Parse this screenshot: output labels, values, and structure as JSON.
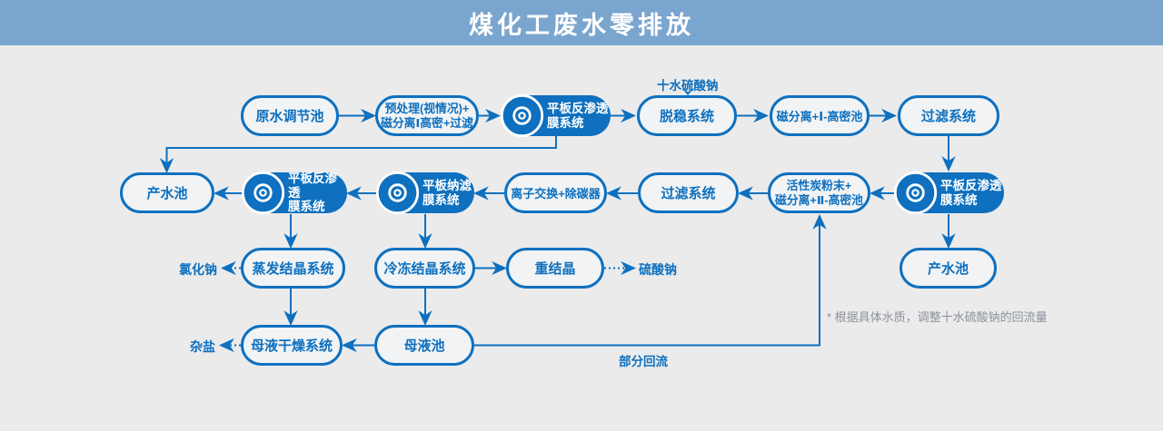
{
  "header": {
    "title": "煤化工废水零排放"
  },
  "colors": {
    "accent": "#0e70bf",
    "header_bg": "#7aa5ce",
    "page_bg": "#ebebec",
    "pill_bg": "#f1f3f4",
    "note_gray": "#8b9198"
  },
  "nodes": {
    "raw_water": {
      "label": "原水调节池"
    },
    "pretreat": {
      "line1": "预处理(视情况)+",
      "line2": "磁分离Ⅰ高密+过滤"
    },
    "ro1": {
      "line1": "平板反渗透",
      "line2": "膜系统"
    },
    "destab": {
      "label": "脱稳系统"
    },
    "magsep1": {
      "label": "磁分离+Ⅰ-高密池"
    },
    "filter1": {
      "label": "过滤系统"
    },
    "product_left": {
      "label": "产水池"
    },
    "ro2": {
      "line1": "平板反渗透",
      "line2": "膜系统"
    },
    "nf": {
      "line1": "平板纳滤",
      "line2": "膜系统"
    },
    "ion_exchange": {
      "label": "离子交换+除碳器"
    },
    "filter2": {
      "label": "过滤系统"
    },
    "activated_carbon": {
      "line1": "活性炭粉末+",
      "line2": "磁分离+Ⅱ-高密池"
    },
    "ro3": {
      "line1": "平板反渗透",
      "line2": "膜系统"
    },
    "evap": {
      "label": "蒸发结晶系统"
    },
    "freeze": {
      "label": "冷冻结晶系统"
    },
    "recryst": {
      "label": "重结晶"
    },
    "product_right": {
      "label": "产水池"
    },
    "dryer": {
      "label": "母液干燥系统"
    },
    "mother_liquor": {
      "label": "母液池"
    }
  },
  "labels": {
    "sodium_sulfate_decahydrate": "十水硫酸钠",
    "sodium_chloride": "氯化钠",
    "sodium_sulfate": "硫酸钠",
    "mixed_salt": "杂盐",
    "partial_reflux": "部分回流",
    "note": "* 根据具体水质，调整十水硫酸钠的回流量"
  },
  "edges": [
    {
      "from": "raw_water",
      "to": "pretreat",
      "style": "solid"
    },
    {
      "from": "pretreat",
      "to": "ro1",
      "style": "solid"
    },
    {
      "from": "ro1",
      "to": "destab",
      "style": "solid"
    },
    {
      "from": "sodium_sulfate_decahydrate",
      "to": "destab",
      "style": "dashed"
    },
    {
      "from": "destab",
      "to": "magsep1",
      "style": "solid"
    },
    {
      "from": "magsep1",
      "to": "filter1",
      "style": "solid"
    },
    {
      "from": "filter1",
      "to": "ro3",
      "style": "solid"
    },
    {
      "from": "ro1",
      "to": "product_left",
      "style": "solid"
    },
    {
      "from": "ro3",
      "to": "activated_carbon",
      "style": "solid"
    },
    {
      "from": "ro3",
      "to": "product_right",
      "style": "solid"
    },
    {
      "from": "activated_carbon",
      "to": "filter2",
      "style": "solid"
    },
    {
      "from": "filter2",
      "to": "ion_exchange",
      "style": "solid"
    },
    {
      "from": "ion_exchange",
      "to": "nf",
      "style": "solid"
    },
    {
      "from": "nf",
      "to": "ro2",
      "style": "solid"
    },
    {
      "from": "ro2",
      "to": "product_left",
      "style": "solid"
    },
    {
      "from": "ro2",
      "to": "evap",
      "style": "solid"
    },
    {
      "from": "nf",
      "to": "freeze",
      "style": "solid"
    },
    {
      "from": "evap",
      "to": "sodium_chloride",
      "style": "dotted"
    },
    {
      "from": "freeze",
      "to": "recryst",
      "style": "solid"
    },
    {
      "from": "recryst",
      "to": "sodium_sulfate",
      "style": "dotted"
    },
    {
      "from": "evap",
      "to": "dryer",
      "style": "solid"
    },
    {
      "from": "freeze",
      "to": "mother_liquor",
      "style": "solid"
    },
    {
      "from": "mother_liquor",
      "to": "dryer",
      "style": "solid"
    },
    {
      "from": "dryer",
      "to": "mixed_salt",
      "style": "dotted"
    },
    {
      "from": "mother_liquor",
      "to": "activated_carbon",
      "style": "solid",
      "label": "partial_reflux"
    }
  ]
}
